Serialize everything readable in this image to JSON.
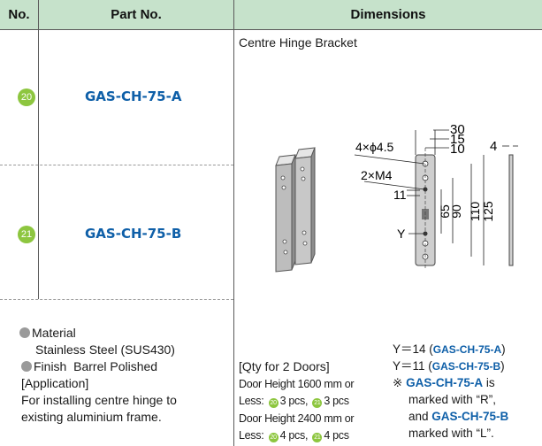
{
  "headers": {
    "no": "No.",
    "part_no": "Part No.",
    "dimensions": "Dimensions"
  },
  "rows": [
    {
      "num": "20",
      "part": "GAS-CH-75-A"
    },
    {
      "num": "21",
      "part": "GAS-CH-75-B"
    }
  ],
  "product_title": "Centre Hinge Bracket",
  "specs": {
    "material_label": "Material",
    "material_value": "Stainless Steel (SUS430)",
    "finish_label": "Finish",
    "finish_value": "Barrel Polished",
    "application_label": "[Application]",
    "application_line1": "For installing centre hinge to",
    "application_line2": "existing aluminium frame."
  },
  "quantity": {
    "title": "[Qty for 2 Doors]",
    "line1": "Door Height 1600 mm or",
    "line2_prefix": "Less:",
    "line2_a": "3 pcs,",
    "line2_b": "3 pcs",
    "line3": "Door Height 2400 mm or",
    "line4_prefix": "Less:",
    "line4_a": "4 pcs,",
    "line4_b": "4 pcs"
  },
  "notes": {
    "y_a_prefix": "Y＝14 (",
    "y_a_part": "GAS-CH-75-A",
    "y_a_suffix": ")",
    "y_b_prefix": "Y＝11 (",
    "y_b_part": "GAS-CH-75-B",
    "y_b_suffix": ")",
    "mark": "※",
    "marked_a_suffix": " is",
    "marked_r": "marked with “R”,",
    "and": "and ",
    "marked_l": "marked with “L”."
  },
  "drawing": {
    "hole_label": "4×ϕ4.5",
    "thread_label": "2×M4",
    "dims_top": [
      "30",
      "15",
      "10"
    ],
    "dim_side": "4",
    "dim_11": "11",
    "y_label": "Y",
    "dims_vertical": [
      "65",
      "90",
      "110",
      "125"
    ]
  },
  "colors": {
    "header_bg": "#c6e2cb",
    "badge": "#8dc63f",
    "part_blue": "#0e5fa8"
  }
}
